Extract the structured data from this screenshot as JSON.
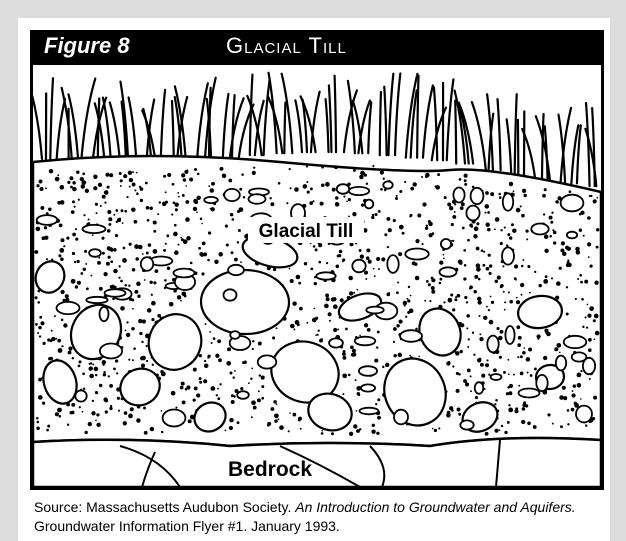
{
  "figure": {
    "label": "Figure 8",
    "title": "Glacial Till"
  },
  "labels": {
    "till": "Glacial Till",
    "bedrock": "Bedrock"
  },
  "caption": {
    "lead": "Source:  Massachusetts Audubon Society.",
    "book_title": "An Introduction to Groundwater and Aquifers.",
    "tail": "Groundwater Information Flyer #1.  January 1993."
  },
  "colors": {
    "background": "#dcdcdc",
    "panel": "#ffffff",
    "title_bar": "#000000",
    "ink": "#000000"
  }
}
